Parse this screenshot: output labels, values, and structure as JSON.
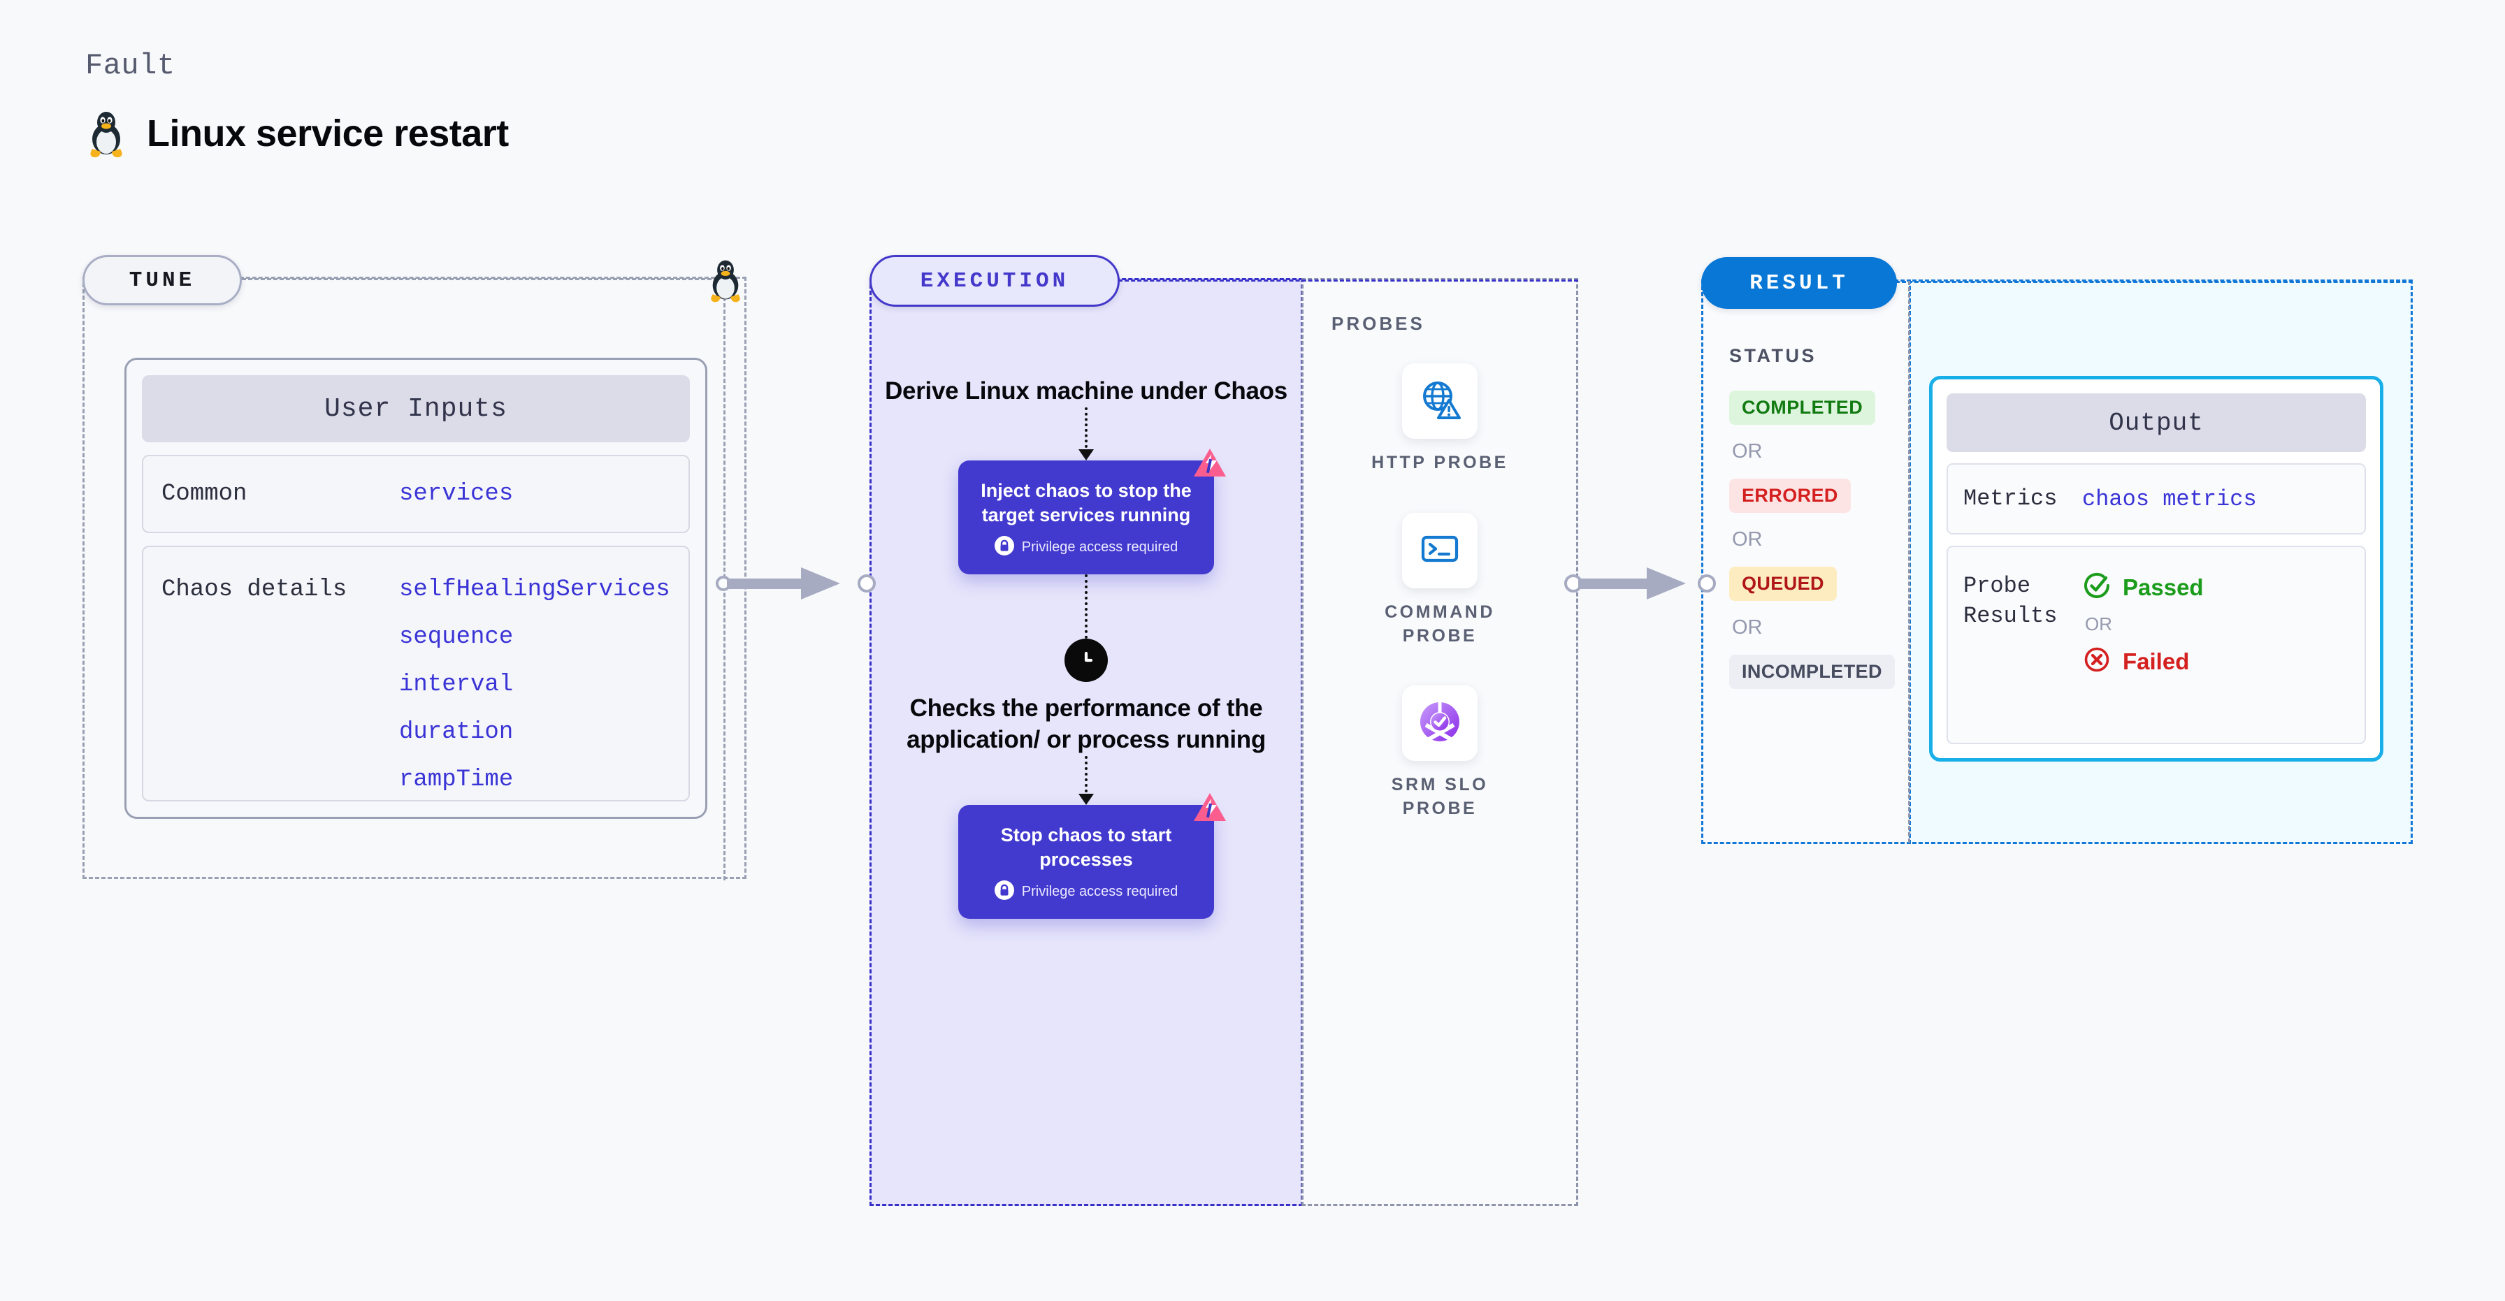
{
  "header": {
    "kicker": "Fault",
    "title": "Linux service restart",
    "icon": "tux-penguin-icon"
  },
  "tune": {
    "badge": "TUNE",
    "icon": "tux-penguin-icon",
    "card": {
      "header": "User Inputs",
      "sections": [
        {
          "key": "Common",
          "values": [
            "services"
          ]
        },
        {
          "key": "Chaos details",
          "values": [
            "selfHealingServices",
            "sequence",
            "interval",
            "duration",
            "rampTime"
          ]
        }
      ]
    }
  },
  "execution": {
    "badge": "EXECUTION",
    "heading": "Derive Linux machine under Chaos",
    "node1": {
      "title": "Inject chaos to stop the target services running",
      "privilege": "Privilege access required",
      "icon": "lock-icon",
      "corner_icon": "chaos-logo-icon"
    },
    "middle": {
      "icon": "clock-icon",
      "text": "Checks the performance of the application/ or process running"
    },
    "node2": {
      "title": "Stop chaos to start processes",
      "privilege": "Privilege access required",
      "icon": "lock-icon",
      "corner_icon": "chaos-logo-icon"
    }
  },
  "probes": {
    "label": "PROBES",
    "items": [
      {
        "name": "HTTP PROBE",
        "icon": "globe-warning-icon"
      },
      {
        "name": "COMMAND PROBE",
        "icon": "terminal-icon"
      },
      {
        "name": "SRM SLO PROBE",
        "icon": "slo-donut-check-icon"
      }
    ]
  },
  "result": {
    "badge": "RESULT",
    "status_title": "STATUS",
    "or": "OR",
    "statuses": [
      {
        "label": "COMPLETED",
        "style": "completed"
      },
      {
        "label": "ERRORED",
        "style": "errored"
      },
      {
        "label": "QUEUED",
        "style": "queued"
      },
      {
        "label": "INCOMPLETED",
        "style": "incomplete"
      }
    ],
    "output": {
      "header": "Output",
      "metrics_key": "Metrics",
      "metrics_value": "chaos metrics",
      "probe_key": "Probe Results",
      "passed": "Passed",
      "failed": "Failed",
      "passed_icon": "check-circle-icon",
      "failed_icon": "x-circle-icon"
    }
  },
  "colors": {
    "accent_indigo": "#4239ce",
    "accent_blue": "#0877d6",
    "accent_cyan": "#18aee8",
    "chaos_pink": "#fb5e8e",
    "link_blue": "#3a34d6",
    "success_green": "#1b9c1b",
    "error_red": "#d4201f",
    "warn_amber": "#fdecc0"
  }
}
